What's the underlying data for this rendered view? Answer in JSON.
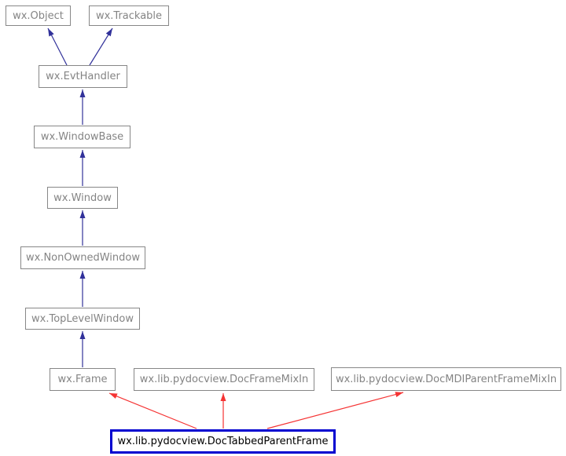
{
  "diagram": {
    "kind": "class-inheritance-graph",
    "nodes": {
      "object": {
        "label": "wx.Object"
      },
      "trackable": {
        "label": "wx.Trackable"
      },
      "evthandler": {
        "label": "wx.EvtHandler"
      },
      "windowbase": {
        "label": "wx.WindowBase"
      },
      "window": {
        "label": "wx.Window"
      },
      "nonownedwindow": {
        "label": "wx.NonOwnedWindow"
      },
      "toplevelwindow": {
        "label": "wx.TopLevelWindow"
      },
      "frame": {
        "label": "wx.Frame"
      },
      "docframemixin": {
        "label": "wx.lib.pydocview.DocFrameMixIn"
      },
      "docmdiparentframemixin": {
        "label": "wx.lib.pydocview.DocMDIParentFrameMixIn"
      },
      "doctabbedparentframe": {
        "label": "wx.lib.pydocview.DocTabbedParentFrame"
      }
    },
    "edges": [
      {
        "from": "wx.EvtHandler",
        "to": "wx.Object",
        "arrow_color_key": "inheritance_arrow"
      },
      {
        "from": "wx.EvtHandler",
        "to": "wx.Trackable",
        "arrow_color_key": "inheritance_arrow"
      },
      {
        "from": "wx.WindowBase",
        "to": "wx.EvtHandler",
        "arrow_color_key": "inheritance_arrow"
      },
      {
        "from": "wx.Window",
        "to": "wx.WindowBase",
        "arrow_color_key": "inheritance_arrow"
      },
      {
        "from": "wx.NonOwnedWindow",
        "to": "wx.Window",
        "arrow_color_key": "inheritance_arrow"
      },
      {
        "from": "wx.TopLevelWindow",
        "to": "wx.NonOwnedWindow",
        "arrow_color_key": "inheritance_arrow"
      },
      {
        "from": "wx.Frame",
        "to": "wx.TopLevelWindow",
        "arrow_color_key": "inheritance_arrow"
      },
      {
        "from": "wx.lib.pydocview.DocTabbedParentFrame",
        "to": "wx.Frame",
        "arrow_color_key": "mixin_arrow"
      },
      {
        "from": "wx.lib.pydocview.DocTabbedParentFrame",
        "to": "wx.lib.pydocview.DocFrameMixIn",
        "arrow_color_key": "mixin_arrow"
      },
      {
        "from": "wx.lib.pydocview.DocTabbedParentFrame",
        "to": "wx.lib.pydocview.DocMDIParentFrameMixIn",
        "arrow_color_key": "mixin_arrow"
      }
    ],
    "colors": {
      "inheritance_arrow": "#31319a",
      "mixin_arrow": "#f53333",
      "node_border": "#878787",
      "node_text": "#848484",
      "highlight_border": "#0000d0",
      "highlight_text": "#000000",
      "background": "#ffffff"
    }
  }
}
